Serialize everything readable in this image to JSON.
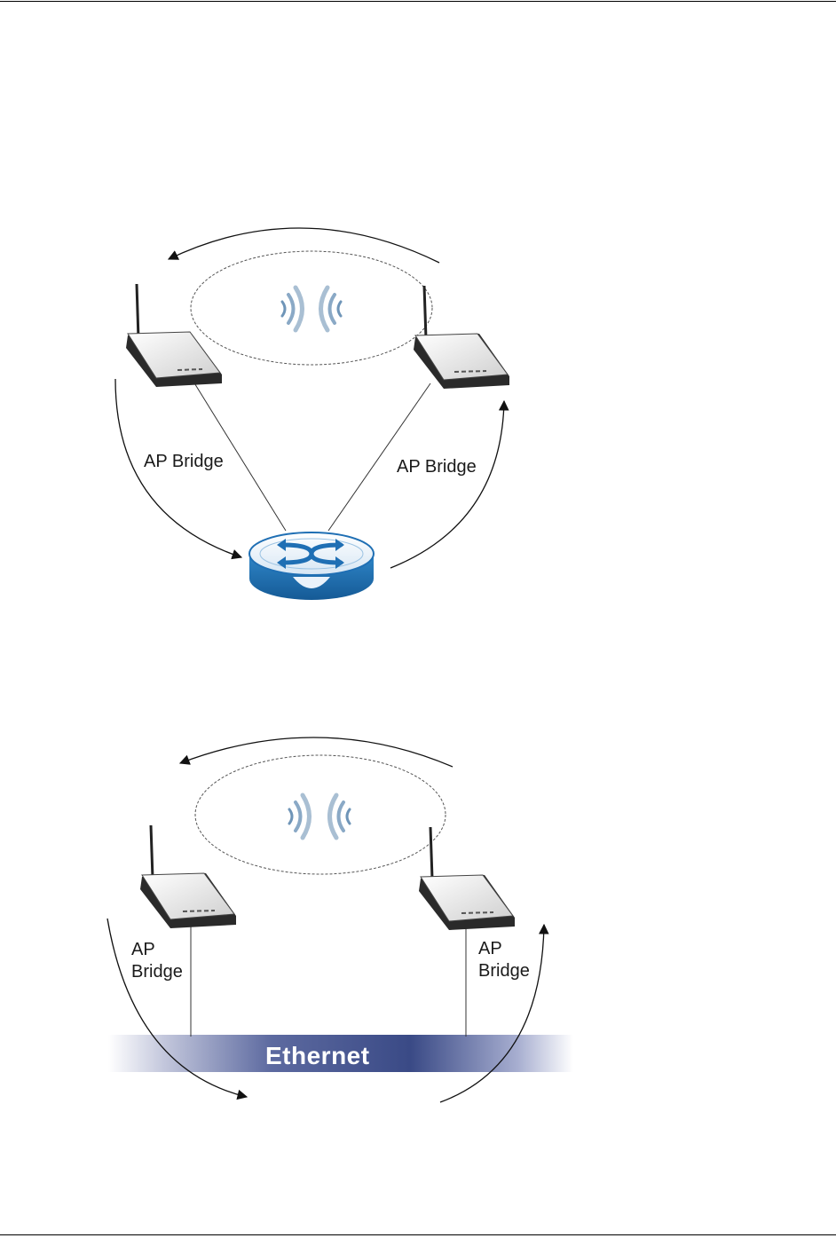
{
  "diagram_top": {
    "left_label": "AP Bridge",
    "right_label": "AP Bridge"
  },
  "diagram_bottom": {
    "left_label_line1": "AP",
    "left_label_line2": "Bridge",
    "right_label_line1": "AP",
    "right_label_line2": "Bridge",
    "backbone_label": "Ethernet"
  },
  "colors": {
    "switch_blue": "#1f6fb4",
    "ethernet_blue": "#3a4a86",
    "wave_blue": "#6f95b8"
  },
  "icons": [
    "access-point-icon",
    "switch-icon",
    "wireless-wave-icon"
  ]
}
